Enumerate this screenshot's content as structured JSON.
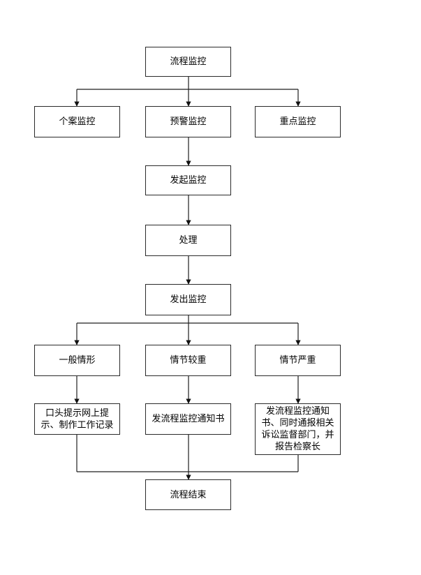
{
  "nodes": {
    "flow_monitor": "流程监控",
    "case_monitor": "个案监控",
    "warning_monitor": "预警监控",
    "key_monitor": "重点监控",
    "initiate_monitor": "发起监控",
    "handle": "处理",
    "issue_monitor": "发出监控",
    "general": "一般情形",
    "serious": "情节较重",
    "severe": "情节严重",
    "verbal_prompt": "口头提示网上提示、制作工作记录",
    "issue_notice": "发流程监控通知书",
    "notice_report": "发流程监控通知书、同时通报相关诉讼监督部门，并报告检察长",
    "flow_end": "流程结束"
  },
  "style": {
    "line_color": "#1f1f1f",
    "border_color": "#2a2a2a"
  }
}
